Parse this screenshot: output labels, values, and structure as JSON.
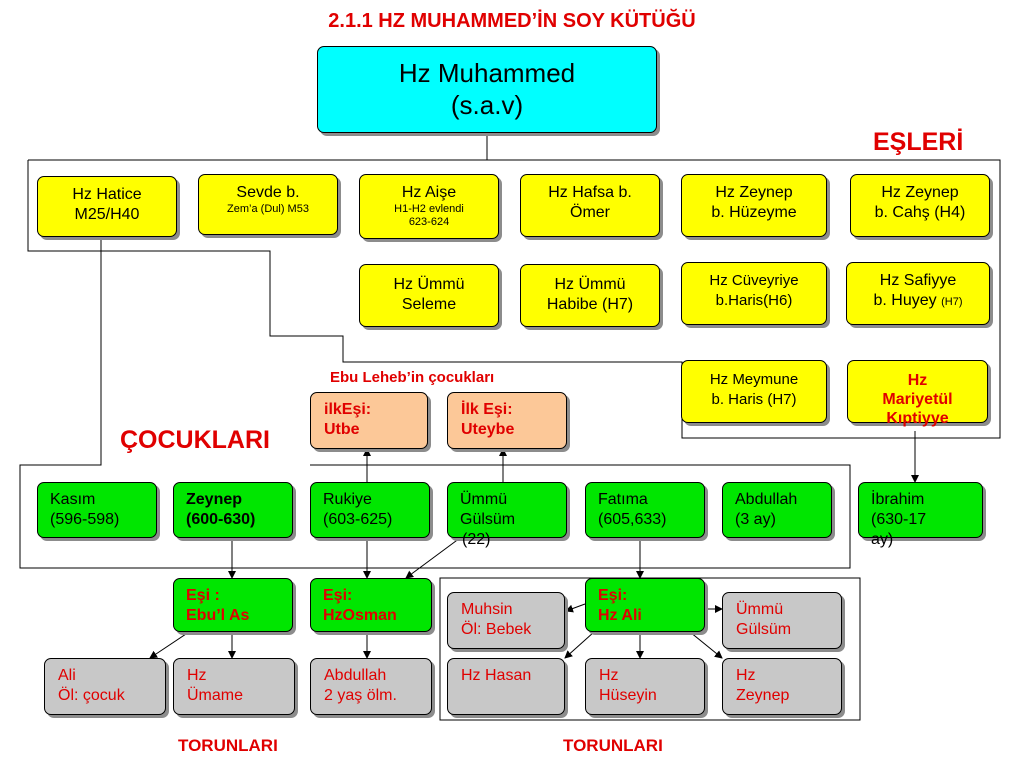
{
  "title": "2.1.1   HZ MUHAMMED’İN SOY KÜTÜĞÜ",
  "root": {
    "line1": "Hz Muhammed",
    "line2": "(s.a.v)"
  },
  "labels": {
    "wives": "EŞLERİ",
    "children": "ÇOCUKLARI",
    "abu_lahab": "Ebu Leheb’in çocukları",
    "grandchildren_left": "TORUNLARI",
    "grandchildren_right": "TORUNLARI"
  },
  "wives": {
    "hatice": {
      "l1": "Hz Hatice",
      "l2": "M25/H40"
    },
    "sevde": {
      "l1": "Sevde b.",
      "l2": "Zem’a  (Dul) M53"
    },
    "aise": {
      "l1": "Hz Aişe",
      "l2": "H1-H2 evlendi",
      "l3": "623-624"
    },
    "hafsa": {
      "l1": "Hz Hafsa b.",
      "l2": "Ömer"
    },
    "zeynep_huzeyme": {
      "l1": "Hz Zeynep",
      "l2": "b. Hüzeyme"
    },
    "zeynep_cahs": {
      "l1": "Hz Zeynep",
      "l2": "b. Cahş (H4)"
    },
    "ummu_seleme": {
      "l1": "Hz Ümmü",
      "l2": "Seleme"
    },
    "ummu_habibe": {
      "l1": "Hz Ümmü",
      "l2": "Habibe (H7)"
    },
    "cuveyriye": {
      "l1": "Hz Cüveyriye",
      "l2": "b.Haris(H6)"
    },
    "safiyye": {
      "l1": "Hz Safiyye",
      "l2": "b. Huyey",
      "l2b": "(H7)"
    },
    "meymune": {
      "l1": "Hz Meymune",
      "l2": "b. Haris (H7)"
    },
    "mariye": {
      "l1": "Hz",
      "l2": "Mariyetül",
      "l3": "Kıptiyye"
    }
  },
  "abu_lahab_sons": {
    "utbe": {
      "l1": "ilkEşi:",
      "l2": "Utbe"
    },
    "uteybe": {
      "l1": "İlk Eşi:",
      "l2": "Uteybe"
    }
  },
  "children": {
    "kasim": {
      "l1": "Kasım",
      "l2": "(596-598)"
    },
    "zeynep": {
      "l1": "Zeynep",
      "l2": "(600-630)"
    },
    "rukiye": {
      "l1": "Rukiye",
      "l2": "(603-625)"
    },
    "ummu_gulsum": {
      "l1": "Ümmü",
      "l2": "Gülsüm",
      "l3": "(22)"
    },
    "fatima": {
      "l1": "Fatıma",
      "l2": "(605,633)"
    },
    "abdullah": {
      "l1": "Abdullah",
      "l2": "(3 ay)"
    },
    "ibrahim": {
      "l1": "İbrahim",
      "l2": "(630-17",
      "l3": "ay)"
    }
  },
  "spouses": {
    "ebul_as": {
      "l1": "Eşi :",
      "l2": "Ebu’l As"
    },
    "osman": {
      "l1": "Eşi:",
      "l2": "HzOsman"
    },
    "ali": {
      "l1": "Eşi:",
      "l2": "Hz Ali"
    }
  },
  "grandchildren": {
    "ali": {
      "l1": "Ali",
      "l2": "Öl: çocuk"
    },
    "umame": {
      "l1": "Hz",
      "l2": "Ümame"
    },
    "abdullah": {
      "l1": "Abdullah",
      "l2": "2 yaş ölm."
    },
    "muhsin": {
      "l1": "Muhsin",
      "l2": "Öl: Bebek"
    },
    "ummu_gulsum": {
      "l1": "Ümmü",
      "l2": "Gülsüm"
    },
    "hasan": {
      "l1": "Hz Hasan"
    },
    "huseyin": {
      "l1": "Hz",
      "l2": "Hüseyin"
    },
    "zeynep": {
      "l1": "Hz",
      "l2": "Zeynep"
    }
  },
  "colors": {
    "root": "#00ffff",
    "wife": "#ffff00",
    "child": "#00e600",
    "grandchild": "#c8c8c8",
    "abu_lahab": "#fcc898",
    "accent": "#e00000"
  }
}
